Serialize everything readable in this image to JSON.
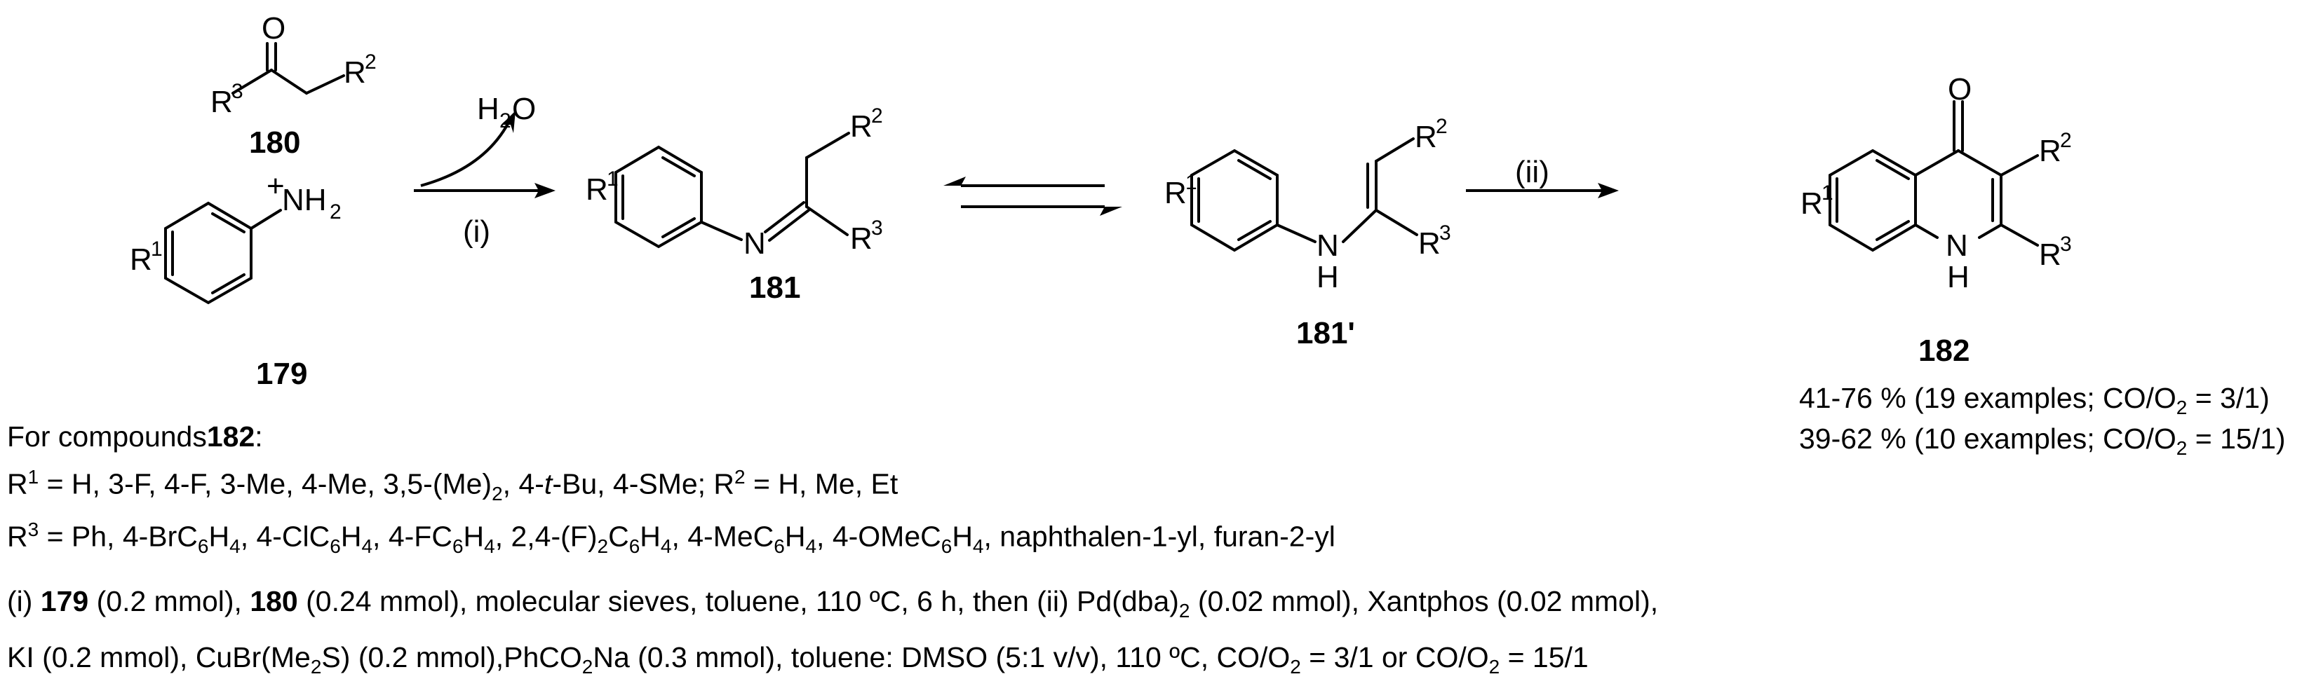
{
  "labels": {
    "O": "O",
    "R": "R",
    "sup1": "1",
    "sup2": "2",
    "sup3": "3",
    "NH": "NH",
    "N": "N",
    "H": "H",
    "sub2": "2",
    "H2O_H": "H",
    "H2O_O": "O",
    "step_i": "(i)",
    "step_ii": "(ii)",
    "plus": "+"
  },
  "compounds": {
    "c180": "180",
    "c179": "179",
    "c181": "181",
    "c181p": "181'",
    "c182": "182"
  },
  "yields": {
    "line1": {
      "a": "41-76 % (19 examples; CO/O",
      "b": "2",
      "c": " = 3/1)"
    },
    "line2": {
      "a": "39-62 % (10 examples; CO/O",
      "b": "2",
      "c": " = 15/1)"
    }
  },
  "notes": {
    "heading": {
      "a": "For compounds",
      "b": "182",
      "c": ":"
    },
    "r1": {
      "a": "R",
      "b": "1",
      "c": " = H, 3-F, 4-F, 3-Me, 4-Me, 3,5-(Me)",
      "d": "2",
      "e": ", 4-",
      "f": "t",
      "g": "-Bu, 4-SMe; R",
      "h": "2",
      "k": " = H, Me, Et"
    },
    "r3": {
      "p0": "R",
      "s0": "3",
      "p1": " = Ph, 4-BrC",
      "s1": "6",
      "p2": "H",
      "s2": "4",
      "p3": ", 4-ClC",
      "s3": "6",
      "p4": "H",
      "s4": "4",
      "p5": ", 4-FC",
      "s5": "6",
      "p6": "H",
      "s6": "4",
      "p7": ", 2,4-(F)",
      "s7": "2",
      "p8": "C",
      "s8": "6",
      "p9": "H",
      "s9": "4",
      "p10": ", 4-MeC",
      "s10": "6",
      "p11": "H",
      "s11": "4",
      "p12": ", 4-OMeC",
      "s12": "6",
      "p13": "H",
      "s13": "4",
      "p14": ", naphthalen-1-yl, furan-2-yl"
    },
    "cond1": {
      "a": "(i) ",
      "b": "179",
      "c": " (0.2 mmol), ",
      "d": "180",
      "e": " (0.24 mmol), molecular sieves, toluene, 110 ºC, 6 h, then (ii) Pd(dba)",
      "f": "2",
      "g": " (0.02 mmol), Xantphos (0.02 mmol),"
    },
    "cond2": {
      "a": "KI (0.2 mmol), CuBr(Me",
      "b": "2",
      "c": "S) (0.2 mmol),PhCO",
      "d": "2",
      "e": "Na (0.3 mmol), toluene: DMSO (5:1 v/v), 110 ºC, CO/O",
      "f": "2",
      "g": " = 3/1 or CO/O",
      "h": "2",
      "k": " = 15/1"
    }
  }
}
